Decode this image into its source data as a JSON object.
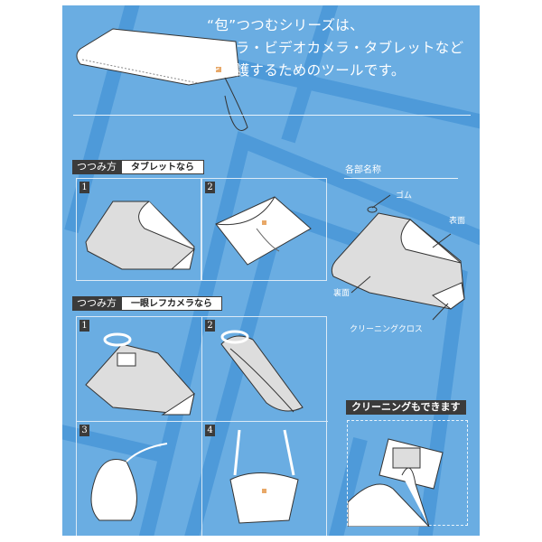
{
  "headline": {
    "line1": "“包”つつむシリーズは、",
    "line2": "カメラ・ビデオカメラ・タブレットなど",
    "line3": "を保護するためのツールです。"
  },
  "tablet_section": {
    "tag": "つつみ方",
    "subject": "タブレットなら",
    "steps": [
      "1",
      "2"
    ]
  },
  "camera_section": {
    "tag": "つつみ方",
    "subject": "一眼レフカメラなら",
    "steps": [
      "1",
      "2",
      "3",
      "4"
    ]
  },
  "parts": {
    "title": "各部名称",
    "labels": {
      "elastic": "ゴム",
      "front": "表面",
      "back": "裏面",
      "cloth": "クリーニングクロス"
    }
  },
  "cleaning": {
    "label": "クリーニングもできます"
  },
  "colors": {
    "background": "#6aade2",
    "stripe": "#4493d6",
    "tag_dark": "#3b3b3b"
  }
}
